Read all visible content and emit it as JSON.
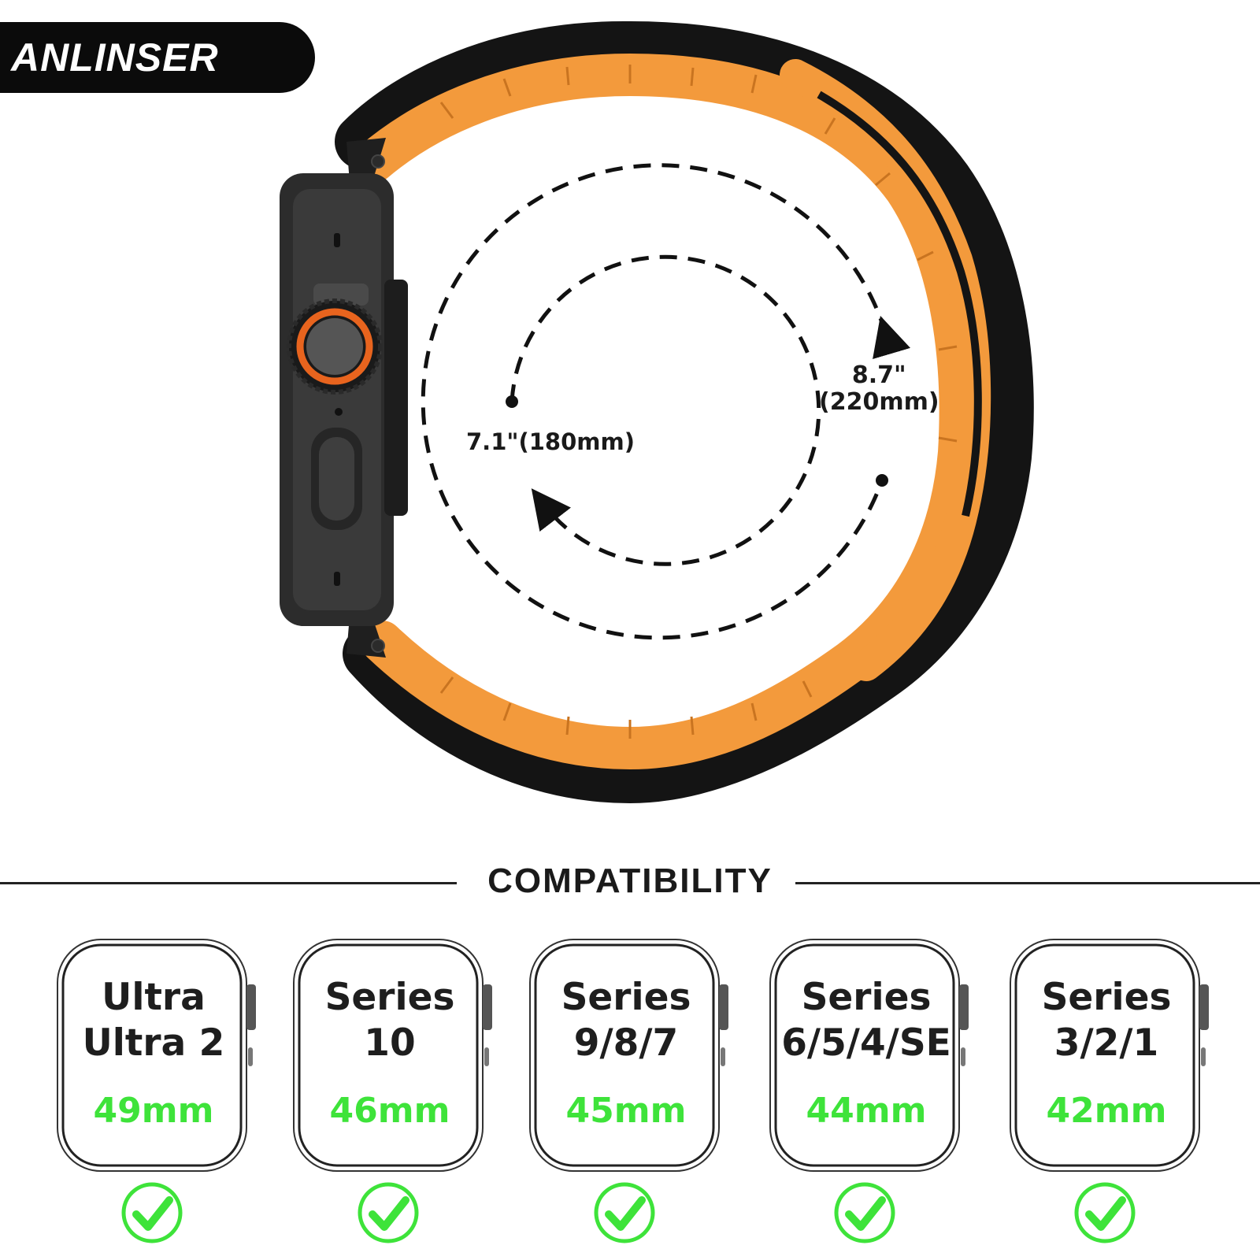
{
  "brand": {
    "name": "ANLINSER"
  },
  "measurements": {
    "inner": "7.1\"(180mm)",
    "outer_line1": "8.7\"",
    "outer_line2": "(220mm)"
  },
  "compatibility": {
    "title": "COMPATIBILITY",
    "models": [
      {
        "line1": "Ultra",
        "line2": "Ultra 2",
        "size": "49mm",
        "compatible": true
      },
      {
        "line1": "Series",
        "line2": "10",
        "size": "46mm",
        "compatible": true
      },
      {
        "line1": "Series",
        "line2": "9/8/7",
        "size": "45mm",
        "compatible": true
      },
      {
        "line1": "Series",
        "line2": "6/5/4/SE",
        "size": "44mm",
        "compatible": true
      },
      {
        "line1": "Series",
        "line2": "3/2/1",
        "size": "42mm",
        "compatible": true
      }
    ]
  },
  "colors": {
    "band_orange": "#f39a3c",
    "band_black": "#141414",
    "check_green": "#3ee33a",
    "crown_accent": "#e8641e"
  },
  "icons": [
    "watch-case-icon",
    "digital-crown-icon",
    "checkmark-icon",
    "watch-outline-icon"
  ]
}
